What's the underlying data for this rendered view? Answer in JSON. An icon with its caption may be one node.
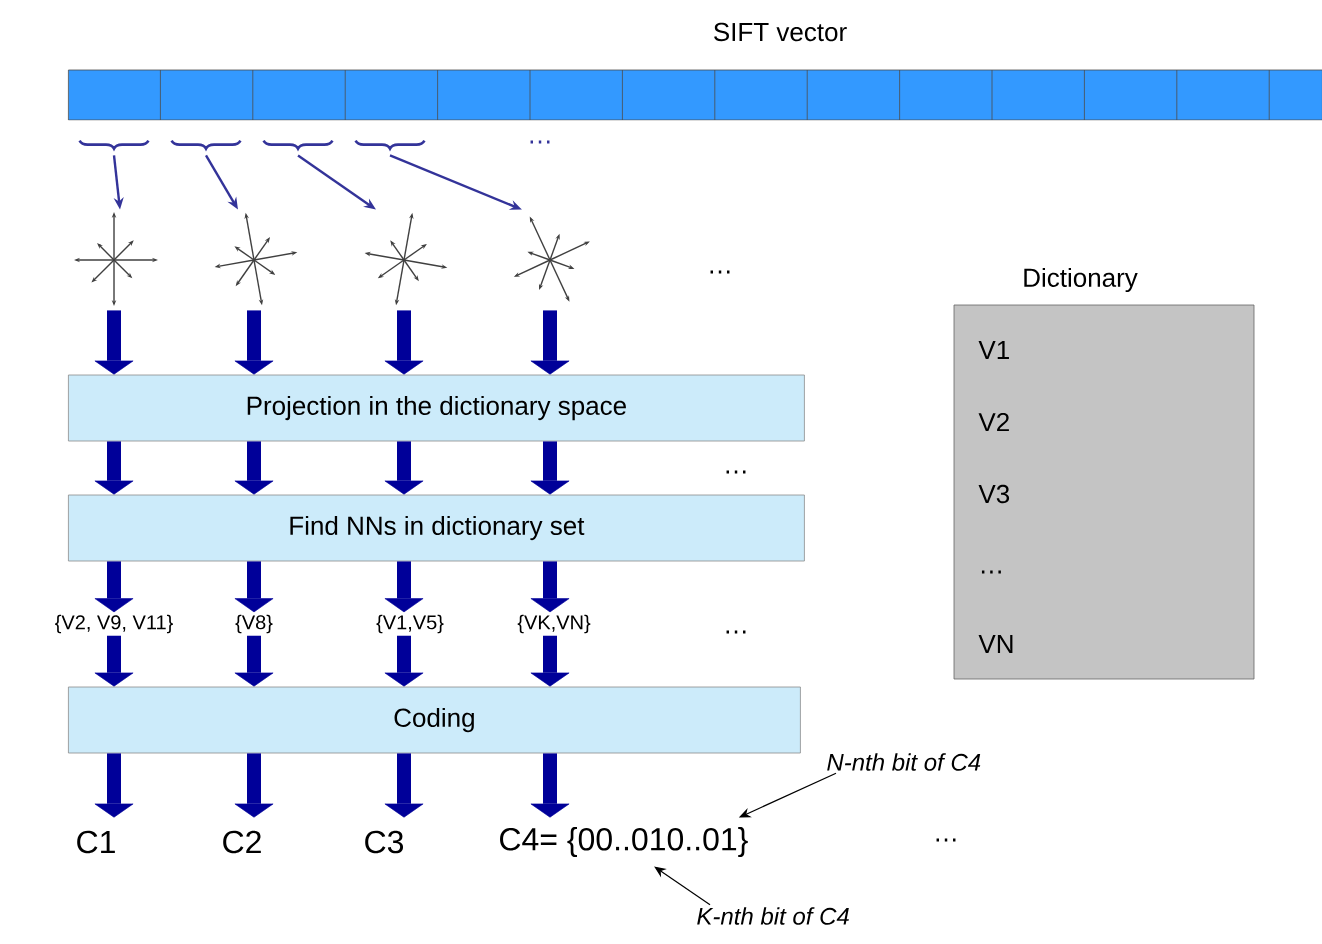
{
  "diagram": {
    "nodes": [
      {
        "text": [
          "SIFT vector"
        ]
      },
      {
        "text": [],
        "shape": "brace"
      },
      {
        "text": [],
        "shape": "brace"
      },
      {
        "text": [],
        "shape": "brace"
      },
      {
        "text": [],
        "shape": "brace"
      },
      {
        "text": [],
        "shape": "picture"
      },
      {
        "text": [],
        "shape": "picture"
      },
      {
        "text": [],
        "shape": "picture"
      },
      {
        "text": [],
        "shape": "picture"
      },
      {
        "text": [
          "Projection in the dictionary space"
        ]
      },
      {
        "text": [
          "Find NNs in dictionary set"
        ]
      },
      {
        "text": [
          "{V2, V9, V11}"
        ]
      },
      {
        "text": [
          "{V8}"
        ]
      },
      {
        "text": [
          "{V1,V5}"
        ]
      },
      {
        "text": [
          "{VK,VN}"
        ]
      },
      {
        "text": [
          "Coding"
        ]
      },
      {
        "text": [
          "C1"
        ]
      },
      {
        "text": [
          "C2"
        ]
      },
      {
        "text": [
          "C3"
        ]
      },
      {
        "text": [
          "C4= {00..010..01}"
        ]
      },
      {
        "text": [
          "Dictionary",
          "V1",
          "V2",
          "V3",
          "…",
          "VN"
        ]
      },
      {
        "text": [
          "N-nth bit of C4"
        ]
      },
      {
        "text": [
          "K-nth bit of C4"
        ]
      }
    ],
    "edges": [
      {
        "from": 1,
        "to": 5,
        "arrow": "to"
      },
      {
        "from": 2,
        "to": 6,
        "arrow": "to"
      },
      {
        "from": 3,
        "to": 7,
        "arrow": "to"
      },
      {
        "from": 4,
        "to": 8,
        "arrow": "to"
      },
      {
        "from": 5,
        "to": 9,
        "arrow": "to"
      },
      {
        "from": 6,
        "to": 9,
        "arrow": "to"
      },
      {
        "from": 7,
        "to": 9,
        "arrow": "to"
      },
      {
        "from": 8,
        "to": 9,
        "arrow": "to"
      },
      {
        "from": 9,
        "to": 10,
        "arrow": "to"
      },
      {
        "from": 9,
        "to": 10,
        "arrow": "to"
      },
      {
        "from": 9,
        "to": 10,
        "arrow": "to"
      },
      {
        "from": 9,
        "to": 10,
        "arrow": "to"
      },
      {
        "from": 10,
        "to": 11,
        "arrow": "to"
      },
      {
        "from": 10,
        "to": 12,
        "arrow": "to"
      },
      {
        "from": 10,
        "to": 13,
        "arrow": "to"
      },
      {
        "from": 10,
        "to": 14,
        "arrow": "to"
      },
      {
        "from": 11,
        "to": 15,
        "arrow": "to"
      },
      {
        "from": 12,
        "to": 15,
        "arrow": "to"
      },
      {
        "from": 13,
        "to": 15,
        "arrow": "to"
      },
      {
        "from": 14,
        "to": 15,
        "arrow": "to"
      },
      {
        "from": 15,
        "to": 16,
        "arrow": "to"
      },
      {
        "from": 15,
        "to": 17,
        "arrow": "to"
      },
      {
        "from": 15,
        "to": 18,
        "arrow": "to"
      },
      {
        "from": 15,
        "to": 19,
        "arrow": "to"
      },
      {
        "from": 21,
        "to": 19,
        "arrow": "to",
        "color": "#000000"
      },
      {
        "from": 22,
        "to": 19,
        "arrow": "to",
        "color": "#000000"
      }
    ],
    "labels": [
      "…",
      "…",
      "…",
      "…",
      "…"
    ]
  }
}
